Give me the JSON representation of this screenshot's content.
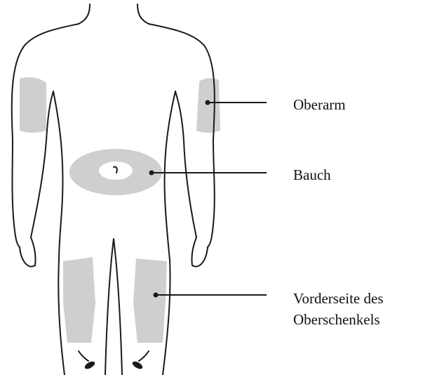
{
  "labels": {
    "upper_arm": "Oberarm",
    "abdomen": "Bauch",
    "thigh_line1": "Vorderseite des",
    "thigh_line2": "Oberschenkels"
  },
  "colors": {
    "outline": "#1a1a1a",
    "injection_zone": "#cfcfcf",
    "background": "#ffffff",
    "text": "#111111"
  }
}
